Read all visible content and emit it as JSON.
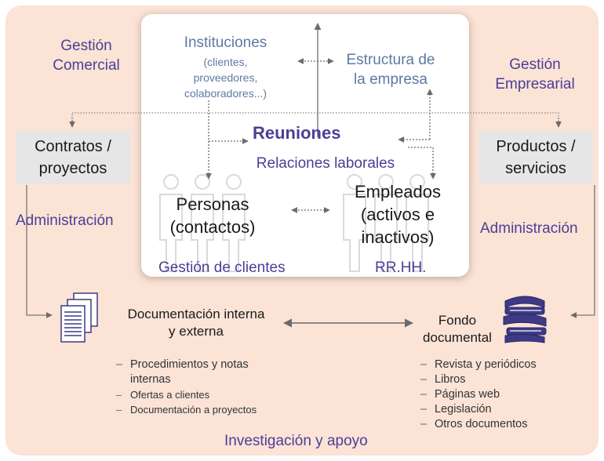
{
  "center": {
    "instituciones_title": "Instituciones",
    "instituciones_detail": [
      "(clientes,",
      "proveedores,",
      "colaboradores...)"
    ],
    "estructura": [
      "Estructura de",
      "la empresa"
    ],
    "reuniones": "Reuniones",
    "relaciones": "Relaciones laborales",
    "personas": [
      "Personas",
      "(contactos)"
    ],
    "empleados": [
      "Empleados",
      "(activos e",
      "inactivos)"
    ],
    "gestion_clientes": "Gestión de clientes",
    "rrhh": "RR.HH."
  },
  "left": {
    "gestion_comercial": [
      "Gestión",
      "Comercial"
    ],
    "contratos": [
      "Contratos /",
      "proyectos"
    ],
    "administracion": "Administración"
  },
  "right": {
    "gestion_empresarial": [
      "Gestión",
      "Empresarial"
    ],
    "productos": [
      "Productos /",
      "servicios"
    ],
    "administracion": "Administración"
  },
  "bottom": {
    "documentacion": [
      "Documentación interna",
      "y externa"
    ],
    "documentacion_items": [
      "Procedimientos y notas",
      "Ofertas a clientes",
      "Documentación a proyectos"
    ],
    "documentacion_item1_cont": "internas",
    "fondo": [
      "Fondo",
      "documental"
    ],
    "fondo_items": [
      "Revista y periódicos",
      "Libros",
      "Páginas web",
      "Legislación",
      "Otros documentos"
    ],
    "investigacion": "Investigación y apoyo"
  },
  "colors": {
    "background": "#fbe3d6",
    "label_purple": "#4a3f96",
    "label_blue": "#5d79a3",
    "box_grey": "#e6e6e6",
    "arrow_grey": "#6b6b6b"
  },
  "icons": [
    "documents-icon",
    "books-icon",
    "people-silhouettes-icon"
  ]
}
